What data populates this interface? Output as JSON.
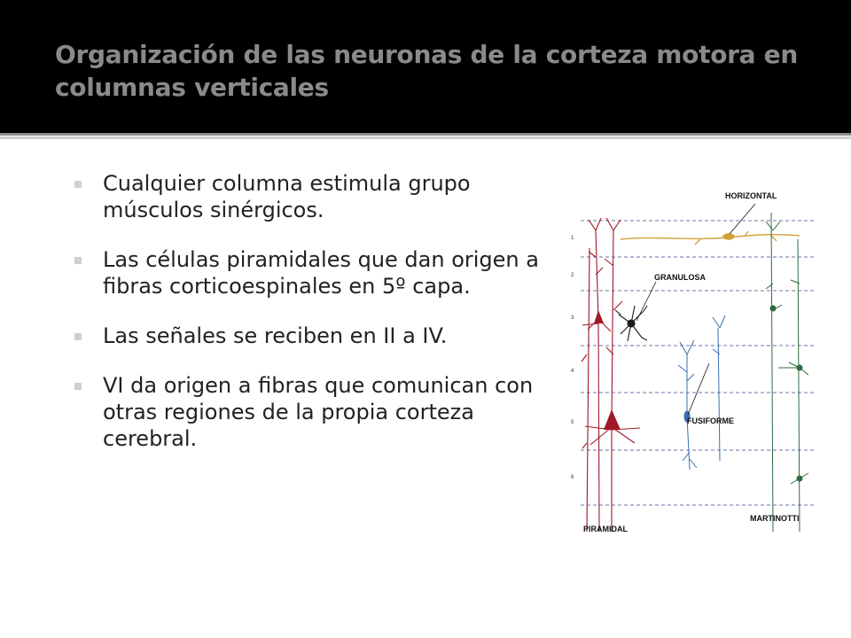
{
  "title": "Organización de las neuronas de la corteza motora en columnas verticales",
  "bullets": [
    "Cualquier columna estimula grupo músculos sinérgicos.",
    "Las células piramidales que dan origen a fibras corticoespinales en 5º capa.",
    "Las señales se reciben en II a IV.",
    "VI da origen a fibras que comunican con otras regiones de la propia corteza cerebral."
  ],
  "figure": {
    "labels": {
      "horizontal": "HORIZONTAL",
      "granulosa": "GRANULOSA",
      "fusiforme": "FUSIFORME",
      "piramidal": "PIRAMIDAL",
      "martinotti": "MARTINOTTI"
    },
    "layers": [
      "1",
      "2",
      "3",
      "4",
      "5",
      "6"
    ],
    "colors": {
      "horizontal": "#d4a23a",
      "pyramidal": "#a0182a",
      "granular": "#1a1a1a",
      "fusiform": "#3a6fb0",
      "martinotti": "#2f6b3f",
      "guides": "#3b4a8a"
    }
  },
  "theme": {
    "title_bar": "#000000",
    "title_text": "#8a8a8a",
    "bullet_marker": "#cfcfcf",
    "body_text": "#222222"
  }
}
